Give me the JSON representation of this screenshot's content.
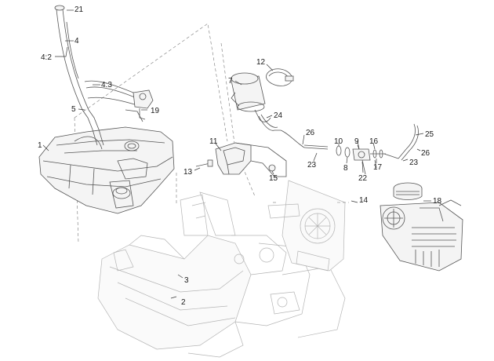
{
  "callouts": {
    "c1": "1",
    "c2": "2",
    "c3": "3",
    "c4": "4",
    "c4_2": "4:2",
    "c4_3": "4:3",
    "c5": "5",
    "c7": "7",
    "c8": "8",
    "c9": "9",
    "c10": "10",
    "c11": "11",
    "c12": "12",
    "c13": "13",
    "c14": "14",
    "c15": "15",
    "c16": "16",
    "c17": "17",
    "c18": "18",
    "c19": "19",
    "c21": "21",
    "c22": "22",
    "c23a": "23",
    "c23b": "23",
    "c24": "24",
    "c25": "25",
    "c26a": "26",
    "c26b": "26"
  }
}
